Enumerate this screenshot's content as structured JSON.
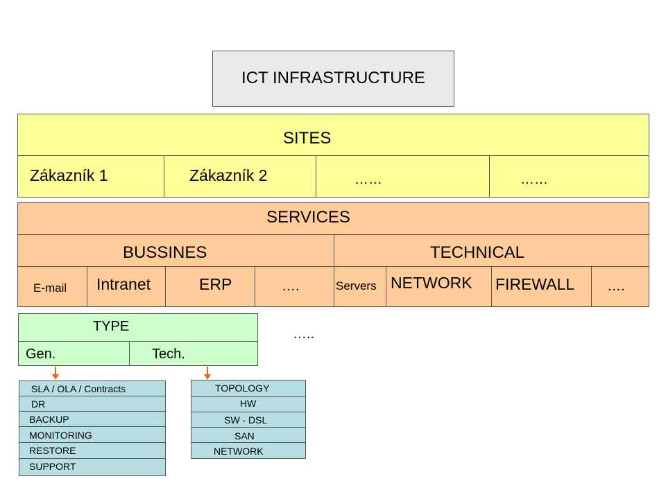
{
  "title": "ICT INFRASTRUCTURE",
  "sites": {
    "header": "SITES",
    "cells": [
      "Zákazník 1",
      "Zákazník 2",
      "……",
      "……"
    ]
  },
  "services": {
    "header": "SERVICES",
    "bussines": {
      "label": "BUSSINES",
      "items": [
        "E-mail",
        "Intranet",
        "ERP",
        "…."
      ]
    },
    "technical": {
      "label": "TECHNICAL",
      "items": [
        "Servers",
        "NETWORK",
        "FIREWALL",
        "…."
      ]
    }
  },
  "type": {
    "header": "TYPE",
    "gen": "Gen.",
    "tech": "Tech.",
    "ellipsis": "….."
  },
  "gen_list": [
    "SLA / OLA / Contracts",
    "DR",
    "BACKUP",
    "MONITORING",
    "RESTORE",
    "SUPPORT"
  ],
  "tech_list": [
    "TOPOLOGY",
    "HW",
    "SW - DSL",
    "SAN",
    "NETWORK"
  ],
  "colors": {
    "title_bg": "#eaeaea",
    "sites_bg": "#ffff99",
    "services_bg": "#ffcc99",
    "type_bg": "#ccffcc",
    "list_bg": "#b7dfe3",
    "arrow": "#e06a1a"
  }
}
